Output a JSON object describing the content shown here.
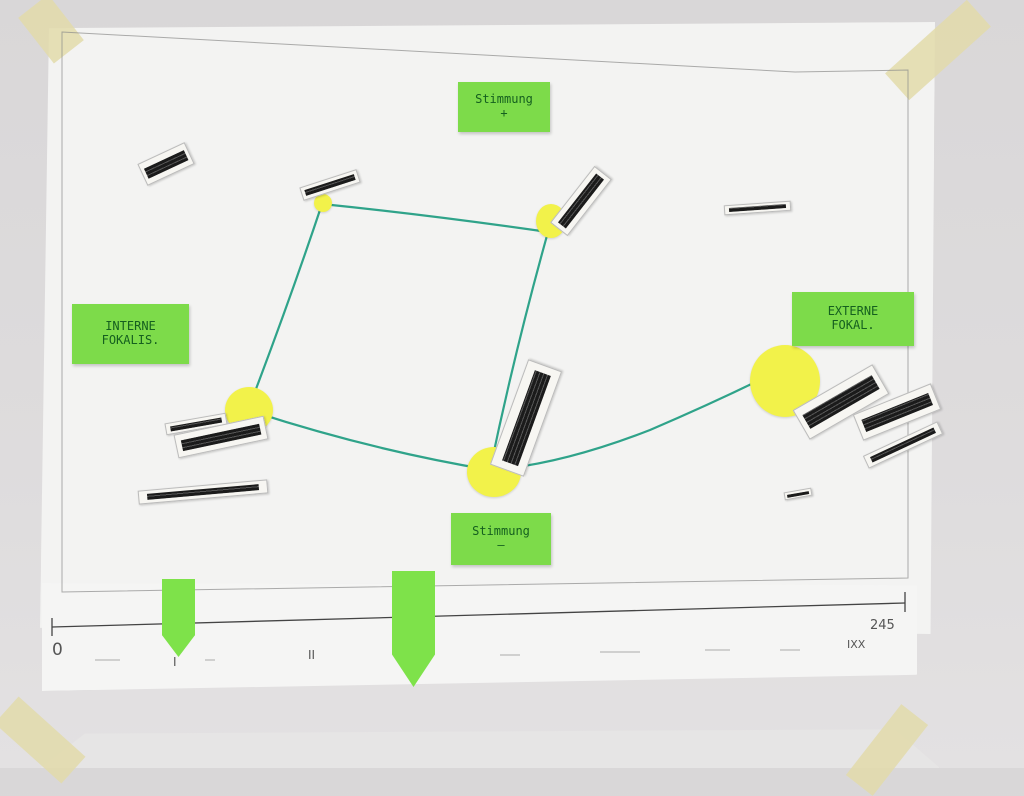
{
  "diagram": {
    "type": "hand-drawn mood/focalization map on paper",
    "labels": {
      "mood_positive": {
        "line1": "Stimmung",
        "line2": "+"
      },
      "mood_negative": {
        "line1": "Stimmung",
        "line2": "–"
      },
      "internal_focalization": {
        "line1": "INTERNE",
        "line2": "FOKALIS."
      },
      "external_focalization": {
        "line1": "EXTERNE",
        "line2": "FOKAL."
      }
    },
    "timeline": {
      "ticks": [
        {
          "label": "0"
        },
        {
          "label": "I"
        },
        {
          "label": "II"
        },
        {
          "label": "IXX"
        },
        {
          "label": "245"
        }
      ],
      "markers": [
        {
          "label": "flag-1",
          "position": "near I"
        },
        {
          "label": "flag-2",
          "position": "after II"
        }
      ]
    },
    "nodes": [
      {
        "id": "top-left",
        "color": "#f2f24a"
      },
      {
        "id": "top-right",
        "color": "#f2f24a"
      },
      {
        "id": "left",
        "color": "#f2f24a"
      },
      {
        "id": "bottom",
        "color": "#f2f24a"
      },
      {
        "id": "right",
        "color": "#f2f24a"
      }
    ],
    "colors": {
      "sticky_green": "#7ddb4a",
      "string_teal": "#2fa38a",
      "dot_yellow": "#f2f24a",
      "ink": "#15601f"
    }
  }
}
